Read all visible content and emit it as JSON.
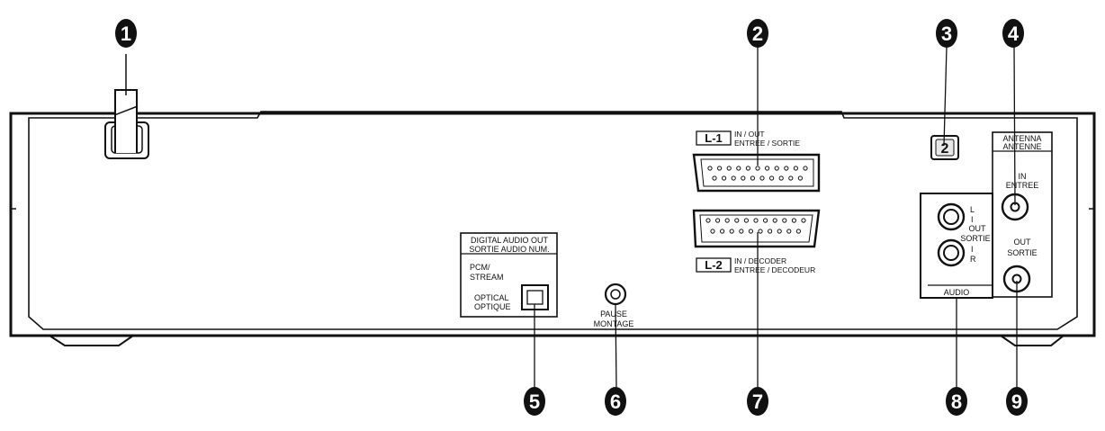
{
  "callouts": [
    "1",
    "2",
    "3",
    "4",
    "5",
    "6",
    "7",
    "8",
    "9"
  ],
  "scart1": {
    "id": "L-1",
    "line1": "IN / OUT",
    "line2": "ENTREE / SORTIE"
  },
  "scart2": {
    "id": "L-2",
    "line1": "IN / DECODER",
    "line2": "ENTREE / DECODEUR"
  },
  "rf_channel": "2",
  "antenna": {
    "title1": "ANTENNA",
    "title2": "ANTENNE",
    "in1": "IN",
    "in2": "ENTREE",
    "out1": "OUT",
    "out2": "SORTIE"
  },
  "audio": {
    "l": "L",
    "l2": "I",
    "out1": "OUT",
    "out2": "SORTIE",
    "r1": "I",
    "r2": "R",
    "label": "AUDIO"
  },
  "digital": {
    "title1": "DIGITAL AUDIO OUT",
    "title2": "SORTIE AUDIO NUM.",
    "pcm1": "PCM/",
    "pcm2": "STREAM",
    "opt1": "OPTICAL",
    "opt2": "OPTIQUE"
  },
  "pause": {
    "line1": "PAUSE",
    "line2": "MONTAGE"
  }
}
